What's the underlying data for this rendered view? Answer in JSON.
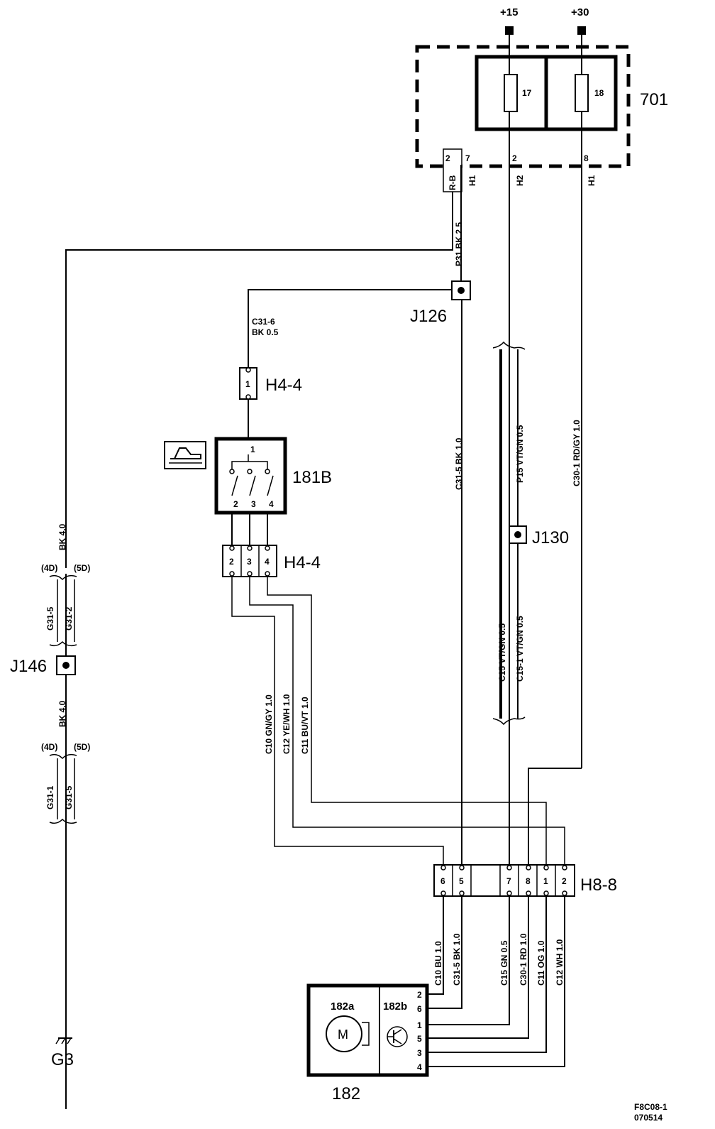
{
  "supply": {
    "plus15": "+15",
    "plus30": "+30"
  },
  "fusebox": {
    "id": "701",
    "fuse_a": "17",
    "fuse_b": "18",
    "pin_2": "2",
    "pin_7": "7",
    "pin_2b": "2",
    "pin_8": "8"
  },
  "wires": {
    "rb": "R-B",
    "h1_a": "H1",
    "h2": "H2",
    "h1_b": "H1",
    "p31": "P31  BK  2.5",
    "c31_6_a": "C31-6",
    "c31_6_b": "BK 0.5",
    "c31_5": "C31-5  BK  1.0",
    "p15": "P15  VT/GN  0.5",
    "c30_1": "C30-1  RD/GY  1.0",
    "c15": "C15  VT/GN  0.5",
    "c15_1": "C15-1  VT/GN  0.5",
    "c10": "C10  GN/GY  1.0",
    "c12": "C12  YE/WH  1.0",
    "c11": "C11  BU/VT  1.0",
    "bk40_a": "BK  4.0",
    "bk40_b": "BK  4.0",
    "g31_5_a": "G31-5",
    "g31_2": "G31-2",
    "g31_1": "G31-1",
    "g31_5_b": "G31-5",
    "d4_a": "(4D)",
    "d5_a": "(5D)",
    "d4_b": "(4D)",
    "d5_b": "(5D)",
    "b_c10": "C10  BU  1.0",
    "b_c31_5": "C31-5  BK  1.0",
    "b_c15": "C15  GN  0.5",
    "b_c30_1": "C30-1  RD  1.0",
    "b_c11": "C11  OG  1.0",
    "b_c12": "C12  WH  1.0"
  },
  "splices": {
    "j126": "J126",
    "j130": "J130",
    "j146": "J146"
  },
  "connectors": {
    "h4_4_top": "H4-4",
    "h4_4_top_pin": "1",
    "h4_4_bottom": "H4-4",
    "h4_4_pins": [
      "2",
      "3",
      "4"
    ],
    "h8_8": "H8-8",
    "h8_8_pins": [
      "6",
      "5",
      "7",
      "8",
      "1",
      "2"
    ]
  },
  "switch": {
    "id": "181B",
    "pin_in": "1",
    "pins_out": [
      "2",
      "3",
      "4"
    ]
  },
  "motor_unit": {
    "id": "182",
    "motor": "182a",
    "sensor": "182b",
    "motor_symbol": "M",
    "pins": [
      "2",
      "6",
      "1",
      "5",
      "3",
      "4"
    ]
  },
  "ground": {
    "id": "G3"
  },
  "footer": {
    "code": "F8C08-1",
    "date": "070514"
  }
}
